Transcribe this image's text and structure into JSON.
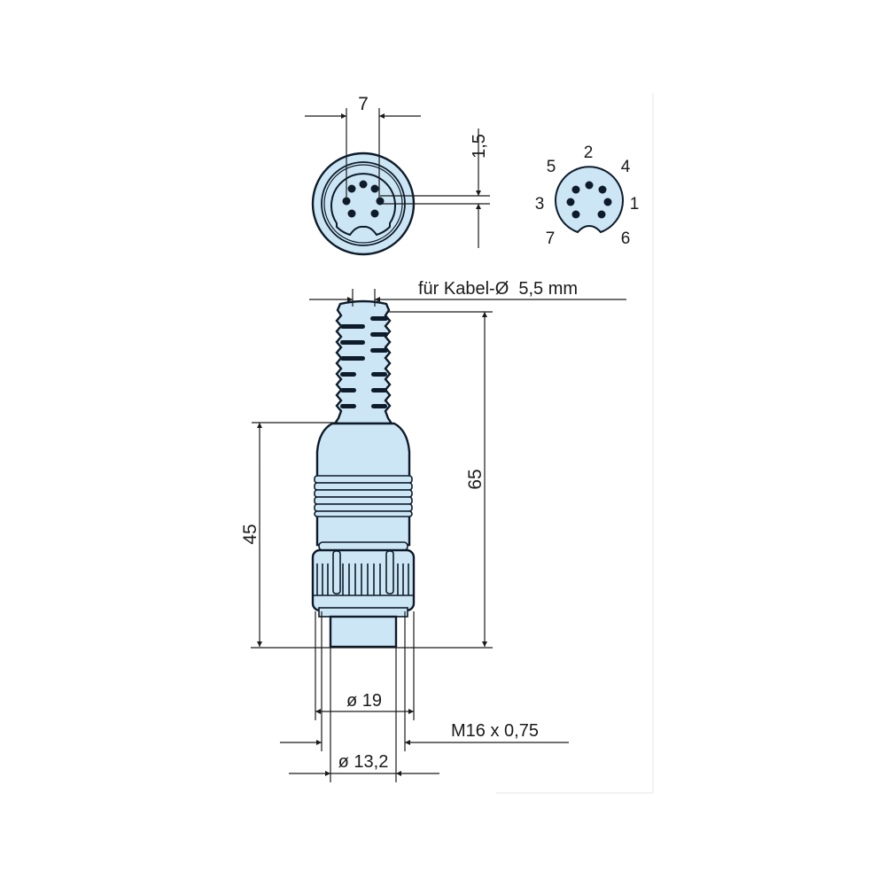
{
  "drawing": {
    "type": "technical-drawing",
    "subject": "7-pin DIN connector female cable socket",
    "colors": {
      "body_fill": "#cde6f6",
      "outline": "#0d1b2a",
      "dimension_line": "#1a1a1a",
      "background": "#ffffff"
    }
  },
  "front_view": {
    "dim_pin_span": "7",
    "dim_pin_offset": "1,5",
    "pin_count": 7
  },
  "pinout": {
    "labels": {
      "p1": "1",
      "p2": "2",
      "p3": "3",
      "p4": "4",
      "p5": "5",
      "p6": "6",
      "p7": "7"
    }
  },
  "side_view": {
    "cable_note": "für Kabel-Ø  5,5 mm",
    "dim_body_length": "45",
    "dim_total_length": "65",
    "dim_nut_diameter": "ø 19",
    "dim_thread": "M16 x 0,75",
    "dim_sleeve_diameter": "ø 13,2"
  }
}
